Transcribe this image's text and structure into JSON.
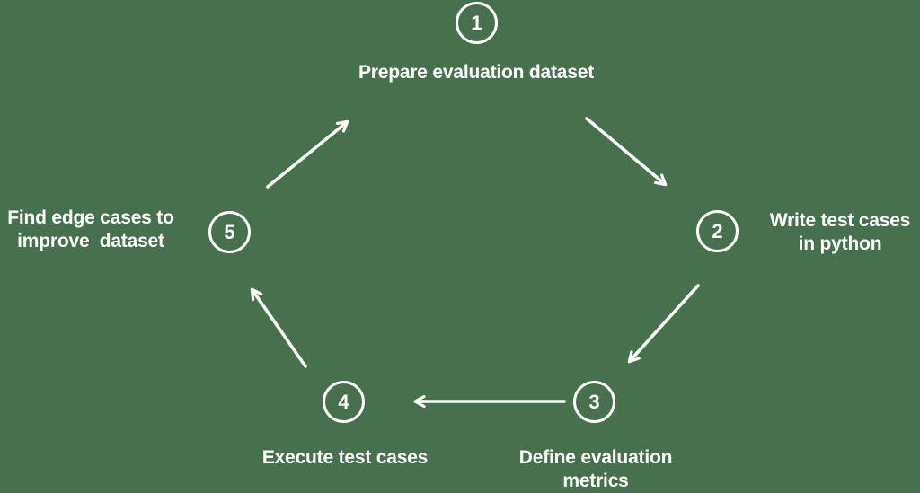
{
  "canvas": {
    "background_color": "#47704E",
    "foreground_color": "#FFFFFF"
  },
  "diagram": {
    "type": "cycle",
    "steps": [
      {
        "number": "1",
        "lines": [
          "Prepare evaluation dataset"
        ]
      },
      {
        "number": "2",
        "lines": [
          "Write test cases",
          "in python"
        ]
      },
      {
        "number": "3",
        "lines": [
          "Define evaluation",
          "metrics"
        ]
      },
      {
        "number": "4",
        "lines": [
          "Execute test cases"
        ]
      },
      {
        "number": "5",
        "lines": [
          "Find edge cases to",
          "improve  dataset"
        ]
      }
    ],
    "arrows": [
      {
        "from": "1",
        "to": "2"
      },
      {
        "from": "2",
        "to": "3"
      },
      {
        "from": "3",
        "to": "4"
      },
      {
        "from": "4",
        "to": "5"
      },
      {
        "from": "5",
        "to": "1"
      }
    ]
  }
}
